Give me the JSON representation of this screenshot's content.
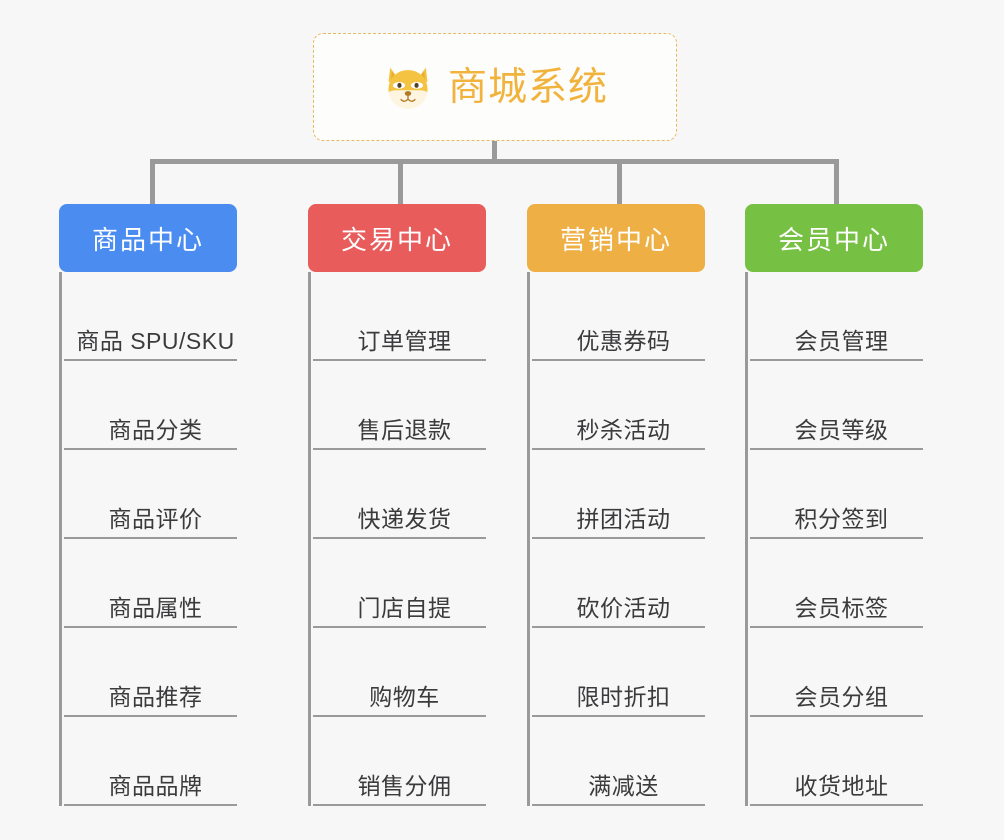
{
  "root": {
    "title": "商城系统",
    "icon": "shiba-dog-face-icon",
    "title_color": "#f2b33d",
    "border_color": "#e8b962"
  },
  "connector_color": "#9a9a9a",
  "background_color": "#f7f7f7",
  "columns": [
    {
      "header": "商品中心",
      "color": "#4a8cf0",
      "items": [
        "商品 SPU/SKU",
        "商品分类",
        "商品评价",
        "商品属性",
        "商品推荐",
        "商品品牌"
      ]
    },
    {
      "header": "交易中心",
      "color": "#e85c5c",
      "items": [
        "订单管理",
        "售后退款",
        "快递发货",
        "门店自提",
        "购物车",
        "销售分佣"
      ]
    },
    {
      "header": "营销中心",
      "color": "#eeaf44",
      "items": [
        "优惠券码",
        "秒杀活动",
        "拼团活动",
        "砍价活动",
        "限时折扣",
        "满减送"
      ]
    },
    {
      "header": "会员中心",
      "color": "#76c044",
      "items": [
        "会员管理",
        "会员等级",
        "积分签到",
        "会员标签",
        "会员分组",
        "收货地址"
      ]
    }
  ]
}
